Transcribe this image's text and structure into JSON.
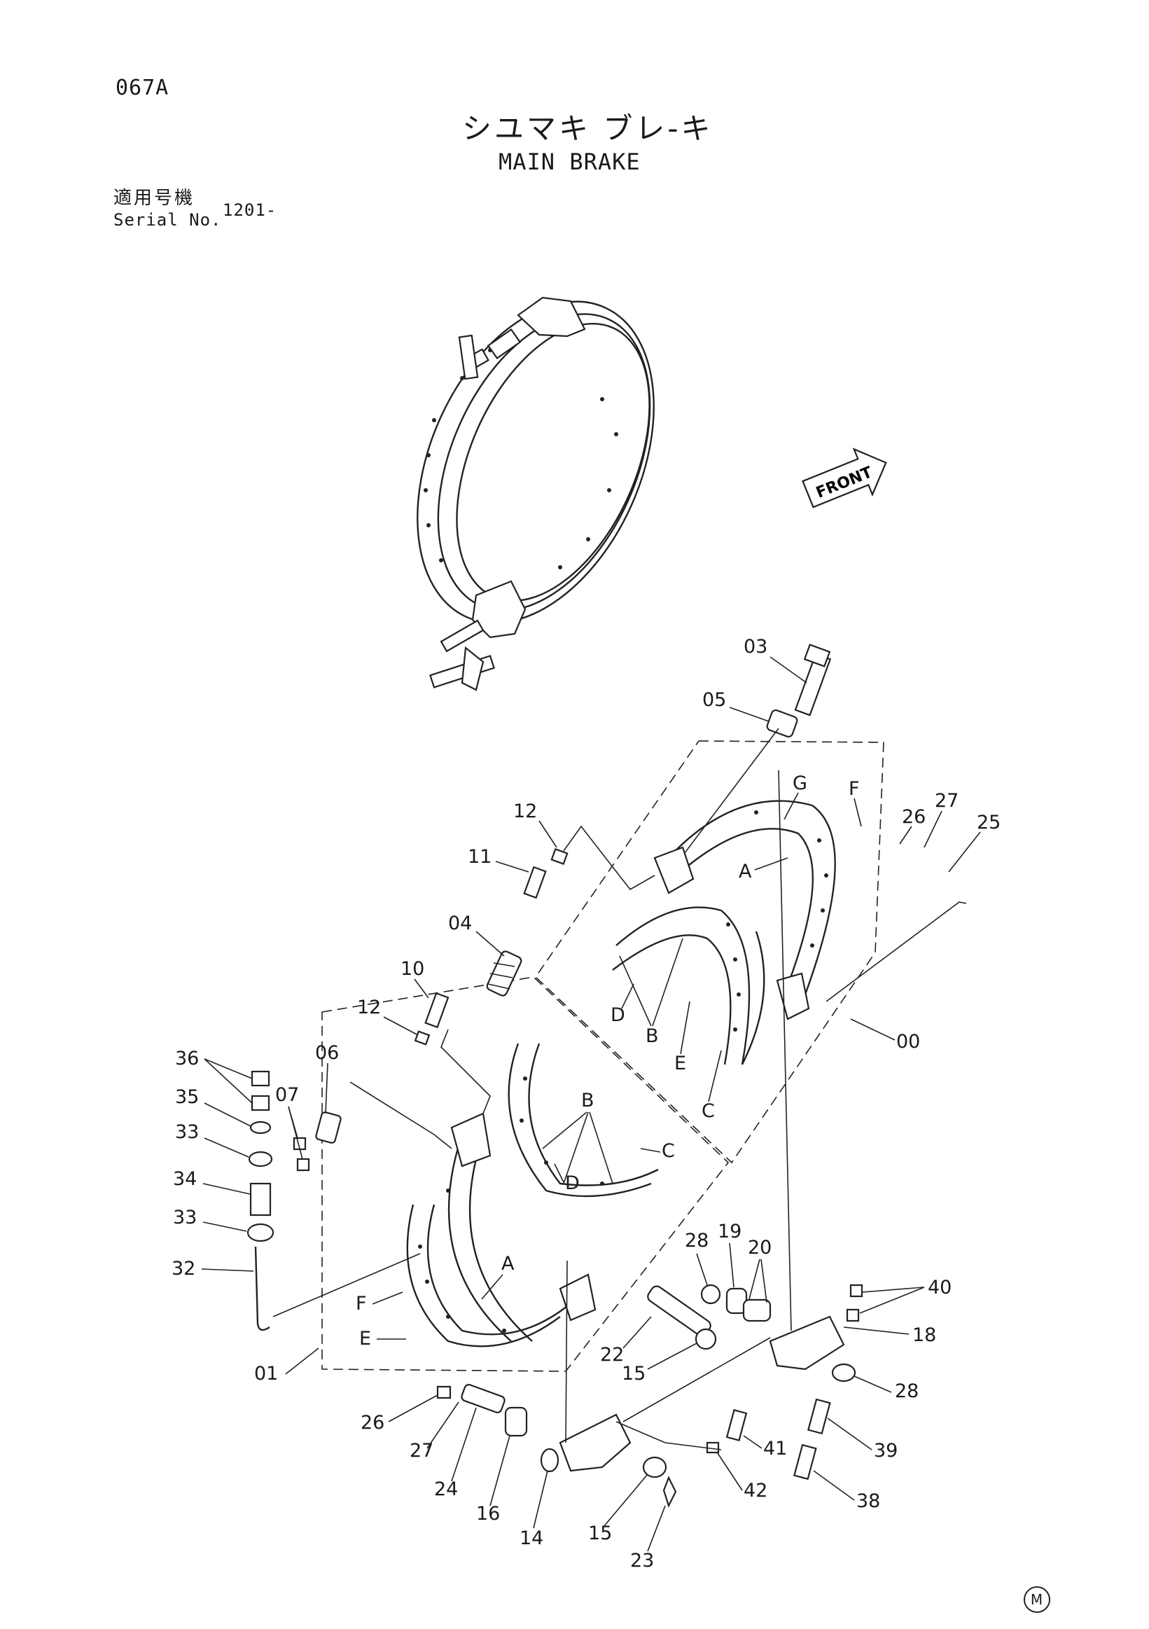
{
  "header": {
    "page_code": "067A",
    "title_jp": "シユマキ ブレ-キ",
    "title_en": "MAIN BRAKE",
    "serial_label_jp": "適用号機",
    "serial_label_en": "Serial No.",
    "serial_value": "1201-"
  },
  "front_arrow": {
    "label": "FRONT"
  },
  "callouts": [
    "03",
    "05",
    "G",
    "F",
    "26",
    "27",
    "25",
    "12",
    "11",
    "A",
    "04",
    "10",
    "12",
    "D",
    "B",
    "E",
    "C",
    "00",
    "36",
    "06",
    "07",
    "35",
    "33",
    "34",
    "33",
    "32",
    "B",
    "C",
    "D",
    "A",
    "F",
    "E",
    "01",
    "28",
    "19",
    "20",
    "40",
    "18",
    "22",
    "15",
    "28",
    "26",
    "27",
    "24",
    "16",
    "14",
    "15",
    "23",
    "41",
    "42",
    "39",
    "38"
  ],
  "footer": {
    "mark": "M"
  }
}
